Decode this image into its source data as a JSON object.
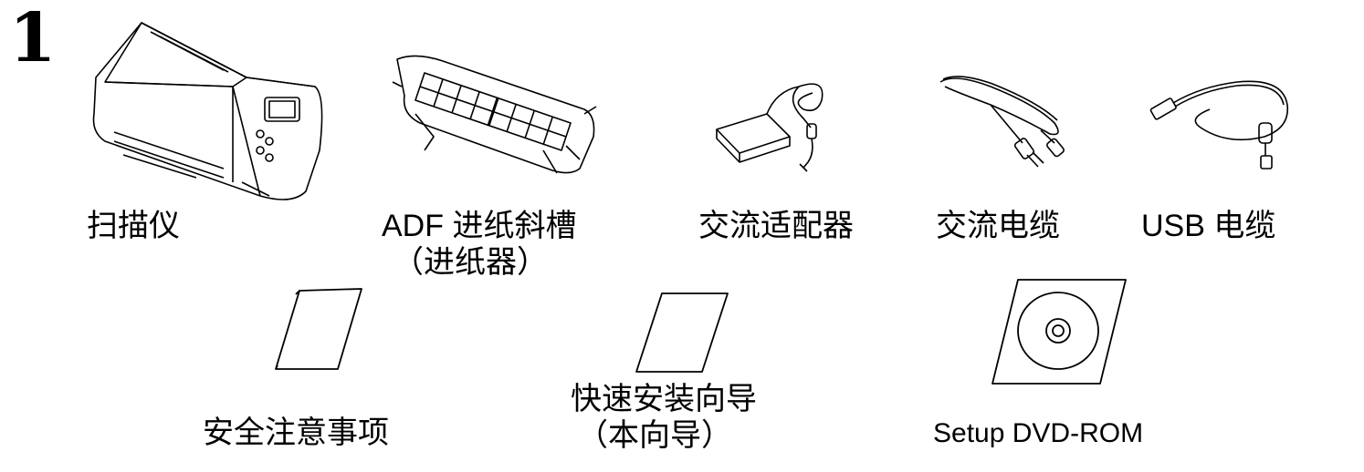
{
  "step_number": "1",
  "items": {
    "scanner": "扫描仪",
    "adf_line1": "ADF 进纸斜槽",
    "adf_line2": "（进纸器）",
    "ac_adapter": "交流适配器",
    "ac_cable": "交流电缆",
    "usb_cable": "USB 电缆",
    "safety_line1": "安全注意事项",
    "guide_line1": "快速安装向导",
    "guide_line2": "（本向导）",
    "dvd": "Setup DVD-ROM"
  }
}
